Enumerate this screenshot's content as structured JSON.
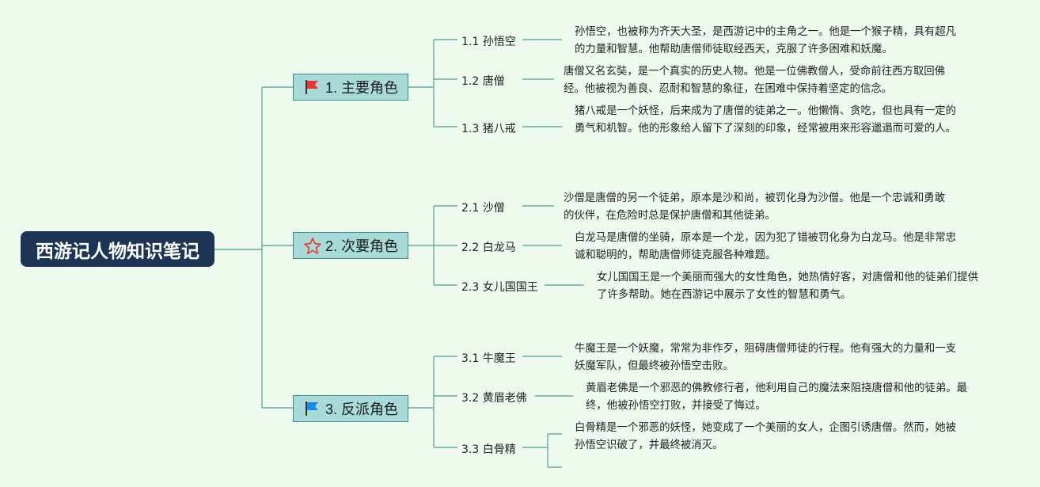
{
  "root": {
    "label": "西游记人物知识笔记"
  },
  "colors": {
    "line": "#6aa9a3",
    "root_bg": "#1d3554",
    "node_bg": "#a8dad8",
    "node_border": "#3f8f88",
    "flag_red": "#e53935",
    "flag_blue": "#1e88e5",
    "star_red": "#e53935"
  },
  "branches": [
    {
      "label": "1. 主要角色",
      "icon": "red-flag-icon",
      "items": [
        {
          "label": "1.1 孙悟空",
          "desc": "孙悟空，也被称为齐天大圣，是西游记中的主角之一。他是一个猴子精，具有超凡的力量和智慧。他帮助唐僧师徒取经西天，克服了许多困难和妖魔。"
        },
        {
          "label": "1.2 唐僧",
          "desc": "唐僧又名玄奘，是一个真实的历史人物。他是一位佛教僧人，受命前往西方取回佛经。他被视为善良、忍耐和智慧的象征，在困难中保持着坚定的信念。"
        },
        {
          "label": "1.3 猪八戒",
          "desc": "猪八戒是一个妖怪，后来成为了唐僧的徒弟之一。他懒惰、贪吃，但也具有一定的勇气和机智。他的形象给人留下了深刻的印象，经常被用来形容邋遢而可爱的人。"
        }
      ]
    },
    {
      "label": "2. 次要角色",
      "icon": "red-star-icon",
      "items": [
        {
          "label": "2.1 沙僧",
          "desc": "沙僧是唐僧的另一个徒弟，原本是沙和尚，被罚化身为沙僧。他是一个忠诚和勇敢的伙伴，在危险时总是保护唐僧和其他徒弟。"
        },
        {
          "label": "2.2 白龙马",
          "desc": "白龙马是唐僧的坐骑，原本是一个龙，因为犯了错被罚化身为白龙马。他是非常忠诚和聪明的，帮助唐僧师徒克服各种难题。"
        },
        {
          "label": "2.3 女儿国国王",
          "desc": "女儿国国王是一个美丽而强大的女性角色，她热情好客，对唐僧和他的徒弟们提供了许多帮助。她在西游记中展示了女性的智慧和勇气。"
        }
      ]
    },
    {
      "label": "3. 反派角色",
      "icon": "blue-flag-icon",
      "items": [
        {
          "label": "3.1 牛魔王",
          "desc": "牛魔王是一个妖魔，常常为非作歹，阻碍唐僧师徒的行程。他有强大的力量和一支妖魔军队，但最终被孙悟空击败。"
        },
        {
          "label": "3.2 黄眉老佛",
          "desc": "黄眉老佛是一个邪恶的佛教修行者，他利用自己的魔法来阻挠唐僧和他的徒弟。最终，他被孙悟空打败，并接受了悔过。"
        },
        {
          "label": "3.3 白骨精",
          "desc": "白骨精是一个邪恶的妖怪，她变成了一个美丽的女人，企图引诱唐僧。然而，她被孙悟空识破了，并最终被消灭。"
        }
      ]
    }
  ]
}
